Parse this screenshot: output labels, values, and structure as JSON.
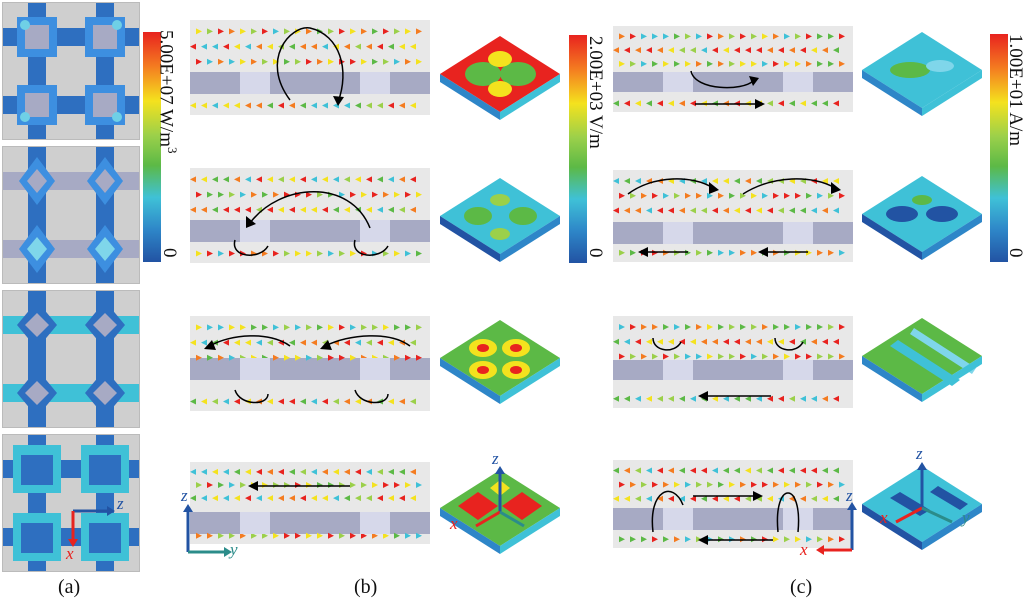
{
  "figure": {
    "captions": [
      "(a)",
      "(b)",
      "(c)"
    ],
    "colorbars": [
      {
        "max_label": "5.00E+07 W/m",
        "superscript": "3",
        "min_label": "0"
      },
      {
        "max_label": "2.00E+03 V/m",
        "min_label": "0"
      },
      {
        "max_label": "1.00E+01 A/m",
        "min_label": "0"
      }
    ],
    "axes_a": {
      "z": "z",
      "x": "x"
    },
    "axes_b": {
      "z": "z",
      "y": "y"
    },
    "axes_c": {
      "z": "z",
      "x": "x"
    },
    "axes_iso_b": {
      "z": "z",
      "x": "x"
    },
    "axes_iso_c": {
      "z": "z",
      "x": "x",
      "y": "y"
    },
    "colors": {
      "red": "#e8231f",
      "orange": "#f47c20",
      "yellow": "#f4e21e",
      "green": "#5cb946",
      "cyan": "#3fc1d7",
      "blue": "#2253a3",
      "slab": "#9fa2c8",
      "background": "#e8e8e8"
    }
  }
}
